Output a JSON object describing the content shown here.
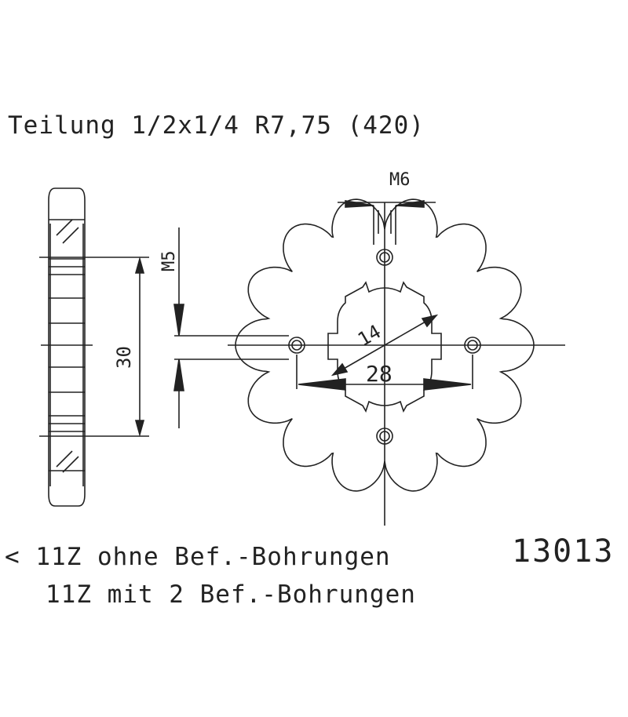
{
  "title": "Teilung 1/2x1/4 R7,75 (420)",
  "dimensions": {
    "m6": "M6",
    "m5": "M5",
    "d30": "30",
    "d14": "14",
    "d28": "28"
  },
  "notes": {
    "line1": "< 11Z ohne Bef.-Bohrungen",
    "line2": "11Z mit 2 Bef.-Bohrungen"
  },
  "part_number": "13013",
  "sprocket": {
    "teeth": 14
  }
}
